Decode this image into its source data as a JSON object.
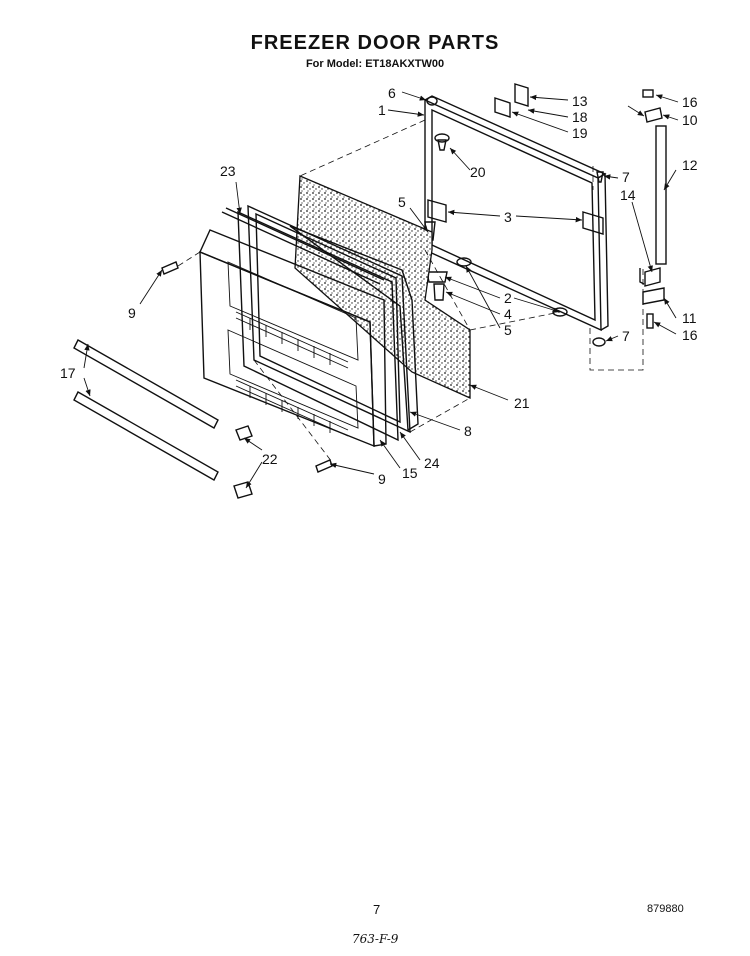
{
  "title": "FREEZER DOOR PARTS",
  "model_line": "For Model: ET18AKXTW00",
  "labels": {
    "l1": "1",
    "l2": "2",
    "l3a": "3",
    "l4": "4",
    "l5a": "5",
    "l5b": "5",
    "l6": "6",
    "l7a": "7",
    "l7b": "7",
    "l8": "8",
    "l9a": "9",
    "l9b": "9",
    "l10": "10",
    "l11": "11",
    "l12": "12",
    "l13": "13",
    "l14": "14",
    "l15": "15",
    "l16a": "16",
    "l16b": "16",
    "l17": "17",
    "l18": "18",
    "l19": "19",
    "l20": "20",
    "l21": "21",
    "l22": "22",
    "l23": "23",
    "l24": "24"
  },
  "page_number": "7",
  "doc_code": "879880",
  "handwritten_note": "763-F-9"
}
